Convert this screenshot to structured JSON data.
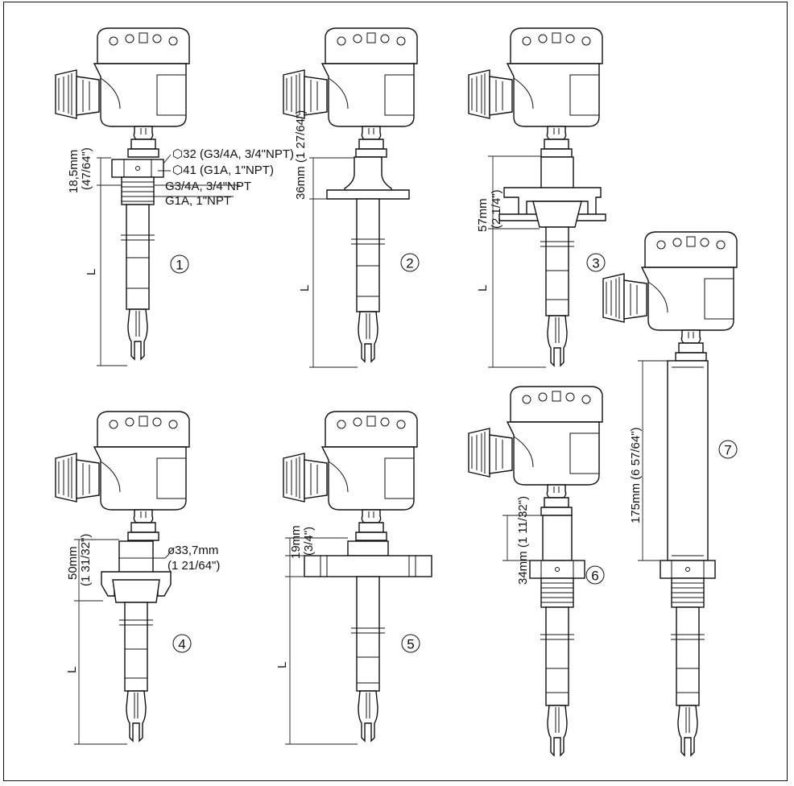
{
  "figure": {
    "variants": [
      {
        "num": "1",
        "dims": {
          "neck": "18,5mm",
          "neck_in": "(47/64\")",
          "length": "L"
        },
        "notes": {
          "hex32": "32 (G3/4A, 3/4\"NPT)",
          "hex41": "41 (G1A, 1\"NPT)",
          "thread1": "G3/4A, 3/4\"NPT",
          "thread2": "G1A, 1\"NPT"
        }
      },
      {
        "num": "2",
        "dims": {
          "neck": "36mm (1 27/64\")",
          "length": "L"
        }
      },
      {
        "num": "3",
        "dims": {
          "neck": "57mm",
          "neck_in": "(2 1/4\")",
          "length": "L"
        }
      },
      {
        "num": "4",
        "dims": {
          "neck": "50mm",
          "neck_in": "(1 31/32\")",
          "dia": "ø33,7mm",
          "dia_in": "(1 21/64\")",
          "length": "L"
        }
      },
      {
        "num": "5",
        "dims": {
          "neck": "19mm",
          "neck_in": "(3/4\")",
          "length": "L"
        }
      },
      {
        "num": "6",
        "dims": {
          "neck": "34mm (1 11/32\")"
        }
      },
      {
        "num": "7",
        "dims": {
          "neck": "175mm (6 57/64\")"
        }
      }
    ]
  }
}
